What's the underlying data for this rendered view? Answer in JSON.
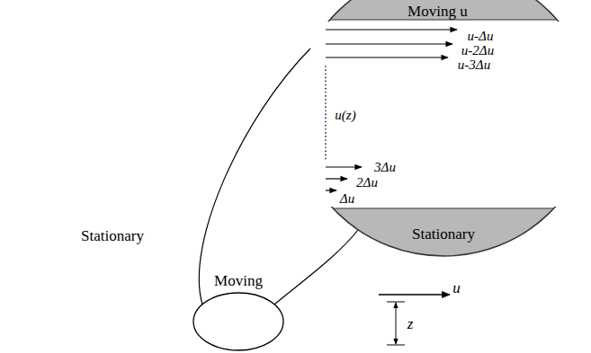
{
  "diagram": {
    "nodes": [
      {
        "text": [
          "Moving u⃗"
        ]
      },
      {
        "text": [
          "Stationary"
        ]
      },
      {
        "text": [
          "Stationary"
        ]
      },
      {
        "text": [
          "Moving"
        ],
        "in": 2
      }
    ],
    "labels": [
      "u-Δu",
      "u-2Δu",
      "u-3Δu",
      "u(z)",
      "3Δu",
      "2Δu",
      "Δu",
      "u⃗",
      "z"
    ]
  }
}
